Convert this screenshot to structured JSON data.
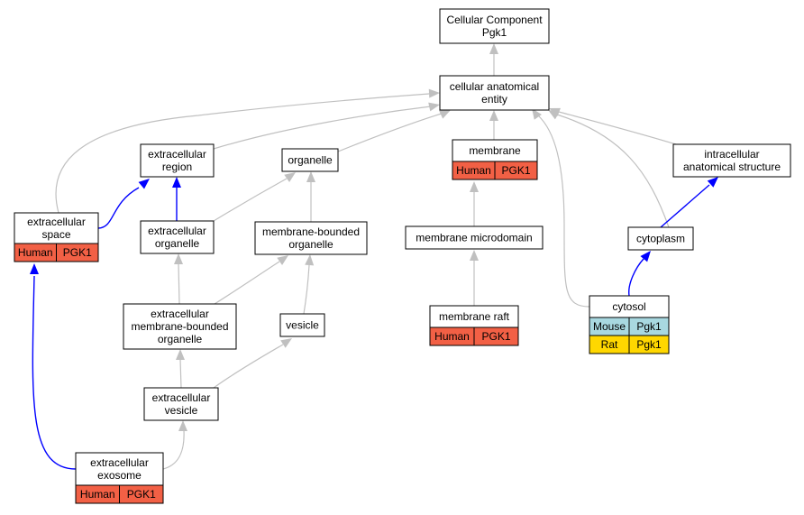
{
  "colors": {
    "human": "#f26045",
    "mouse": "#a8d8e0",
    "rat": "#ffd700",
    "edge_is_a": "#c0c0c0",
    "edge_part_of": "#0000ff"
  },
  "nodes": {
    "root": [
      "Cellular Component",
      "Pgk1"
    ],
    "cae": [
      "cellular anatomical",
      "entity"
    ],
    "ecregion": [
      "extracellular",
      "region"
    ],
    "organelle": [
      "organelle"
    ],
    "membrane": [
      "membrane"
    ],
    "iase": [
      "intracellular",
      "anatomical structure"
    ],
    "ecspace": [
      "extracellular",
      "space"
    ],
    "ecorg": [
      "extracellular",
      "organelle"
    ],
    "mbo": [
      "membrane-bounded",
      "organelle"
    ],
    "mmd": [
      "membrane microdomain"
    ],
    "cytoplasm": [
      "cytoplasm"
    ],
    "ecmbo": [
      "extracellular",
      "membrane-bounded",
      "organelle"
    ],
    "vesicle": [
      "vesicle"
    ],
    "raft": [
      "membrane raft"
    ],
    "cytosol": [
      "cytosol"
    ],
    "ecves": [
      "extracellular",
      "vesicle"
    ],
    "exosome": [
      "extracellular",
      "exosome"
    ]
  },
  "annotations": {
    "membrane": [
      [
        "Human",
        "PGK1"
      ]
    ],
    "ecspace": [
      [
        "Human",
        "PGK1"
      ]
    ],
    "raft": [
      [
        "Human",
        "PGK1"
      ]
    ],
    "cytosol": [
      [
        "Mouse",
        "Pgk1"
      ],
      [
        "Rat",
        "Pgk1"
      ]
    ],
    "exosome": [
      [
        "Human",
        "PGK1"
      ]
    ]
  },
  "edges": [
    {
      "from": "cae",
      "to": "root",
      "type": "is_a"
    },
    {
      "from": "ecregion",
      "to": "cae",
      "type": "is_a"
    },
    {
      "from": "organelle",
      "to": "cae",
      "type": "is_a"
    },
    {
      "from": "membrane",
      "to": "cae",
      "type": "is_a"
    },
    {
      "from": "iase",
      "to": "cae",
      "type": "is_a"
    },
    {
      "from": "ecspace",
      "to": "cae",
      "type": "is_a"
    },
    {
      "from": "cytoplasm",
      "to": "cae",
      "type": "is_a"
    },
    {
      "from": "cytosol",
      "to": "cae",
      "type": "is_a"
    },
    {
      "from": "ecspace",
      "to": "ecregion",
      "type": "part_of"
    },
    {
      "from": "ecorg",
      "to": "ecregion",
      "type": "part_of"
    },
    {
      "from": "ecorg",
      "to": "organelle",
      "type": "is_a"
    },
    {
      "from": "mbo",
      "to": "organelle",
      "type": "is_a"
    },
    {
      "from": "mmd",
      "to": "membrane",
      "type": "is_a"
    },
    {
      "from": "cytoplasm",
      "to": "iase",
      "type": "part_of"
    },
    {
      "from": "ecmbo",
      "to": "ecorg",
      "type": "is_a"
    },
    {
      "from": "ecmbo",
      "to": "mbo",
      "type": "is_a"
    },
    {
      "from": "vesicle",
      "to": "mbo",
      "type": "is_a"
    },
    {
      "from": "raft",
      "to": "mmd",
      "type": "is_a"
    },
    {
      "from": "cytosol",
      "to": "cytoplasm",
      "type": "part_of"
    },
    {
      "from": "ecves",
      "to": "ecmbo",
      "type": "is_a"
    },
    {
      "from": "ecves",
      "to": "vesicle",
      "type": "is_a"
    },
    {
      "from": "exosome",
      "to": "ecves",
      "type": "is_a"
    },
    {
      "from": "exosome",
      "to": "ecspace",
      "type": "part_of"
    }
  ]
}
